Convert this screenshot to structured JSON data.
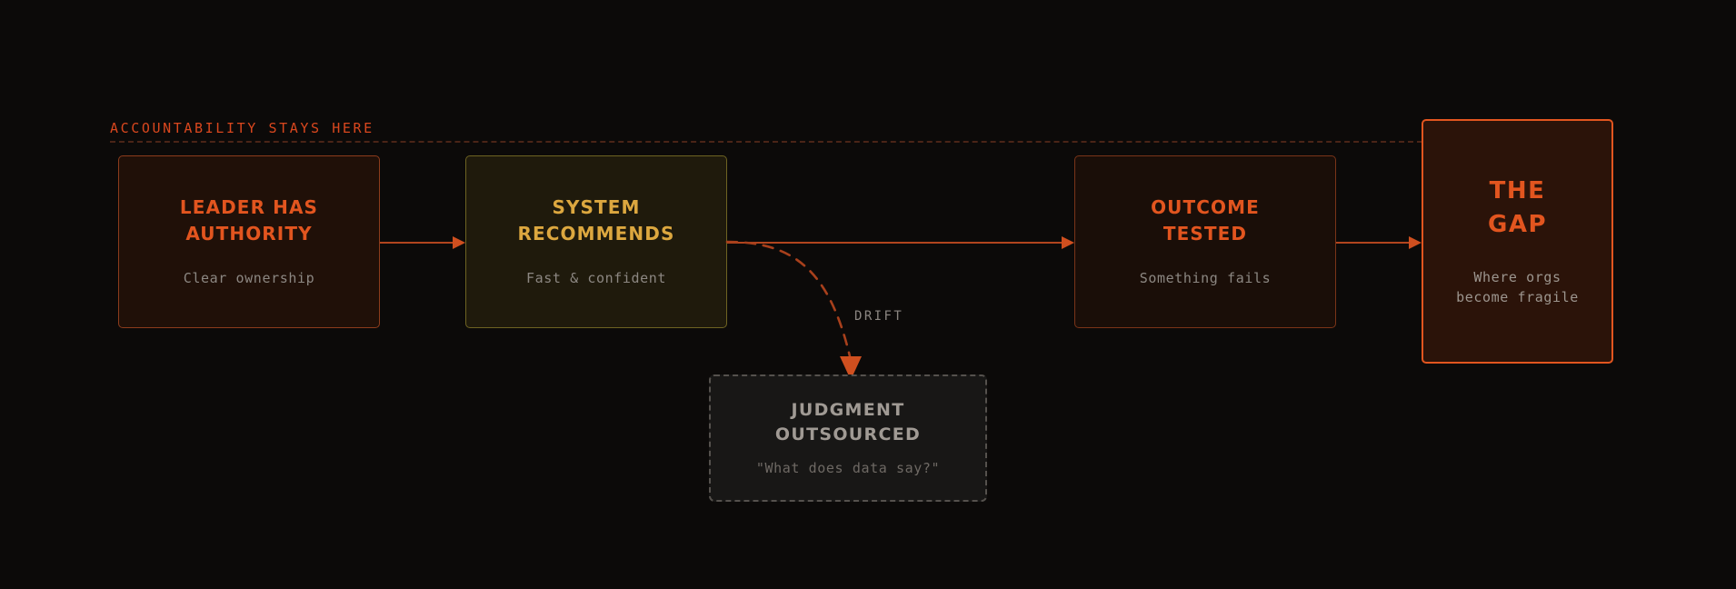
{
  "canvas": {
    "background": "#0c0a09",
    "accent_orange": "#e2551f",
    "accent_amber": "#dca73f",
    "muted_gray": "#8c8782"
  },
  "band": {
    "label": "ACCOUNTABILITY STAYS HERE"
  },
  "nodes": {
    "leader": {
      "title_line1": "LEADER HAS",
      "title_line2": "AUTHORITY",
      "subtitle": "Clear ownership"
    },
    "system": {
      "title_line1": "SYSTEM",
      "title_line2": "RECOMMENDS",
      "subtitle": "Fast & confident"
    },
    "outcome": {
      "title_line1": "OUTCOME",
      "title_line2": "TESTED",
      "subtitle": "Something fails"
    },
    "gap": {
      "title_line1": "THE",
      "title_line2": "GAP",
      "subtitle_line1": "Where orgs",
      "subtitle_line2": "become fragile"
    },
    "judgment": {
      "title_line1": "JUDGMENT",
      "title_line2": "OUTSOURCED",
      "subtitle": "\"What does data say?\""
    }
  },
  "connectors": {
    "drift_label": "DRIFT"
  }
}
